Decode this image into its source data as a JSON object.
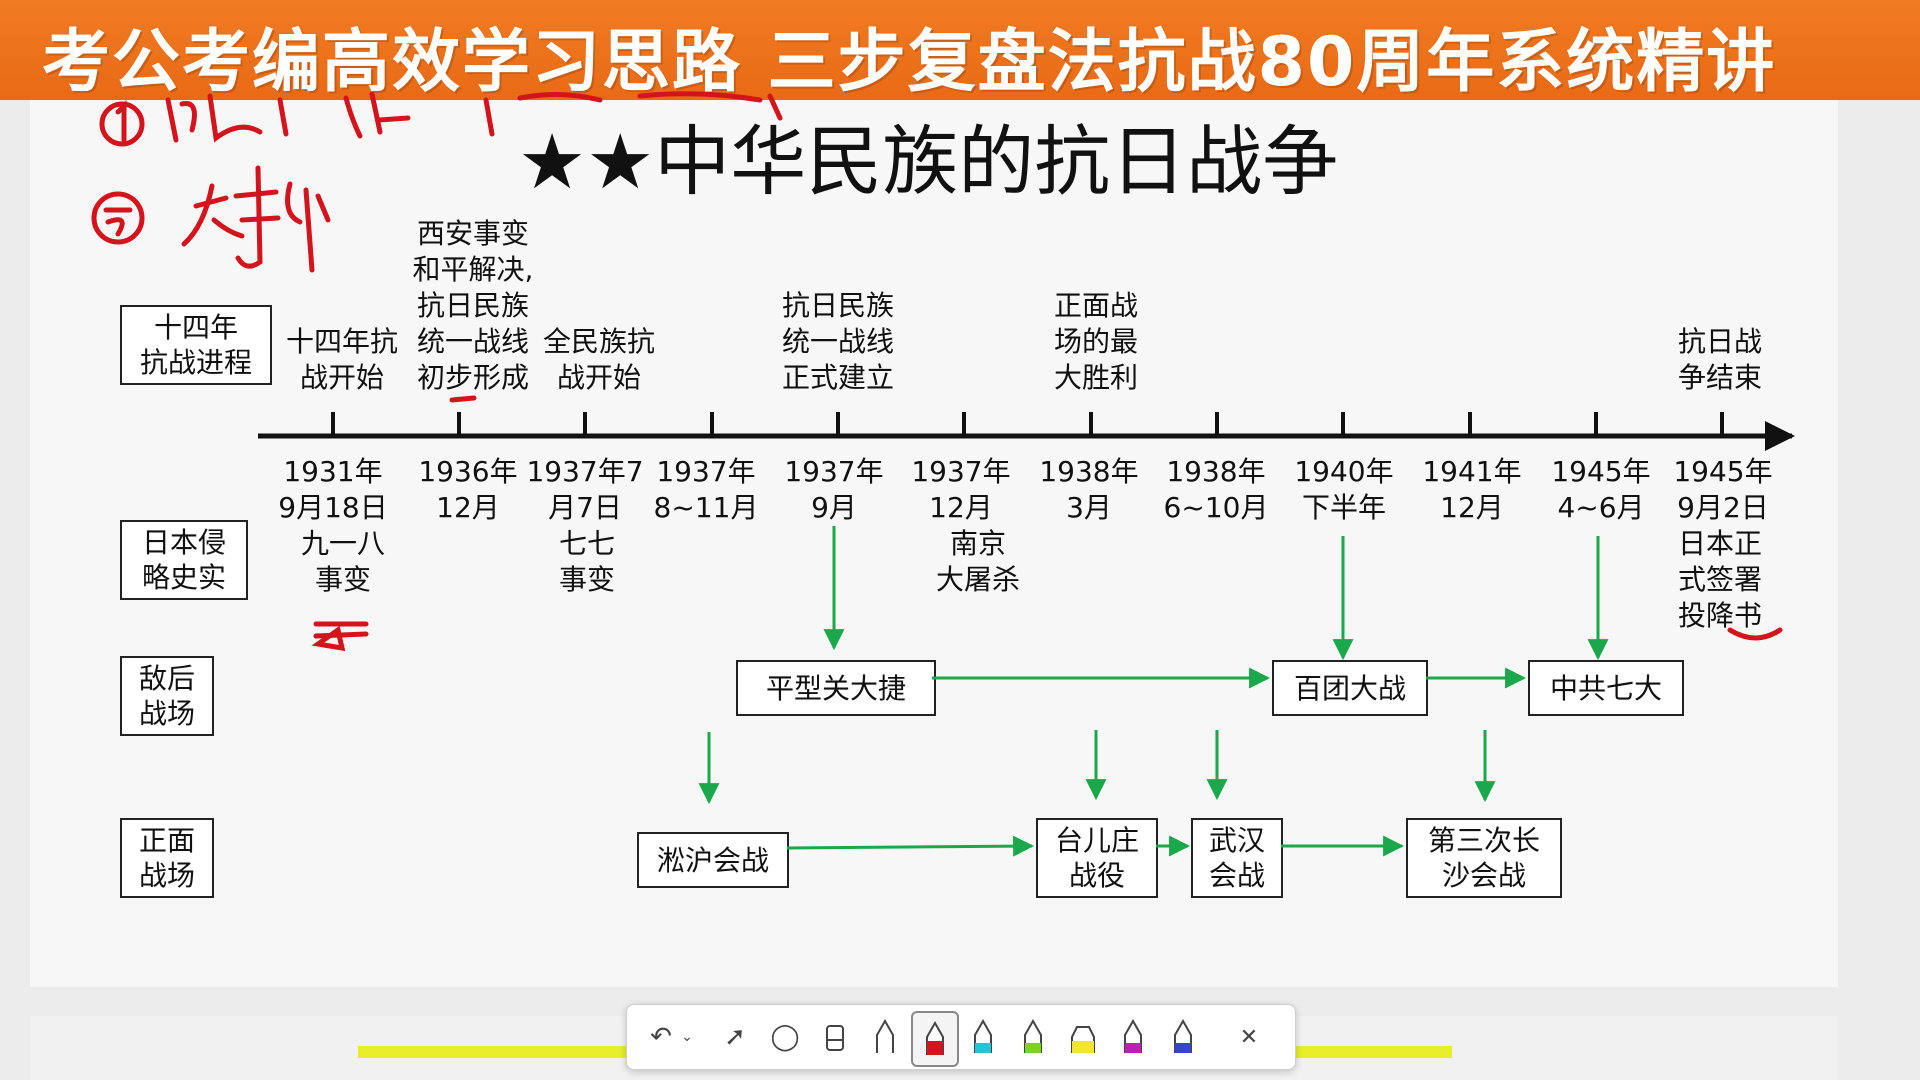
{
  "banner": {
    "title": "考公考编高效学习思路  三步复盘法抗战80周年系统精讲"
  },
  "slide": {
    "title": "★★中华民族的抗日战争",
    "rows": {
      "process": "十四年\n抗战进程",
      "aggression": "日本侵\n略史实",
      "enemy_rear": "敌后\n战场",
      "frontal": "正面\n战场"
    },
    "process_labels": [
      "十四年抗\n战开始",
      "西安事变\n和平解决,\n抗日民族\n统一战线\n初步形成",
      "全民族抗\n战开始",
      "抗日民族\n统一战线\n正式建立",
      "正面战\n场的最\n大胜利",
      "抗日战\n争结束"
    ],
    "dates": [
      "1931年\n9月18日",
      "1936年\n12月",
      "1937年7\n月7日",
      "1937年\n8~11月",
      "1937年\n9月",
      "1937年\n12月",
      "1938年\n3月",
      "1938年\n6~10月",
      "1940年\n下半年",
      "1941年\n12月",
      "1945年\n4~6月",
      "1945年\n9月2日"
    ],
    "aggression_events": [
      "九一八\n事变",
      "七七\n事变",
      "南京\n大屠杀",
      "日本正\n式签署\n投降书"
    ],
    "enemy_rear_events": [
      "平型关大捷",
      "百团大战",
      "中共七大"
    ],
    "frontal_events": [
      "淞沪会战",
      "台儿庄\n战役",
      "武汉\n会战",
      "第三次长\n沙会战"
    ]
  },
  "colors": {
    "banner": "#ee7a1f",
    "arrow_green": "#1aa84a",
    "ink_red": "#d4141c"
  },
  "toolbar": {
    "tools": [
      "undo-icon",
      "chevron-down-icon",
      "pointer-icon",
      "lasso-icon",
      "eraser-icon",
      "pen-black-icon",
      "pen-red-icon",
      "pen-cyan-icon",
      "pen-green-icon",
      "highlighter-yellow-icon",
      "pen-purple-icon",
      "pen-blue-icon",
      "close-icon"
    ]
  }
}
